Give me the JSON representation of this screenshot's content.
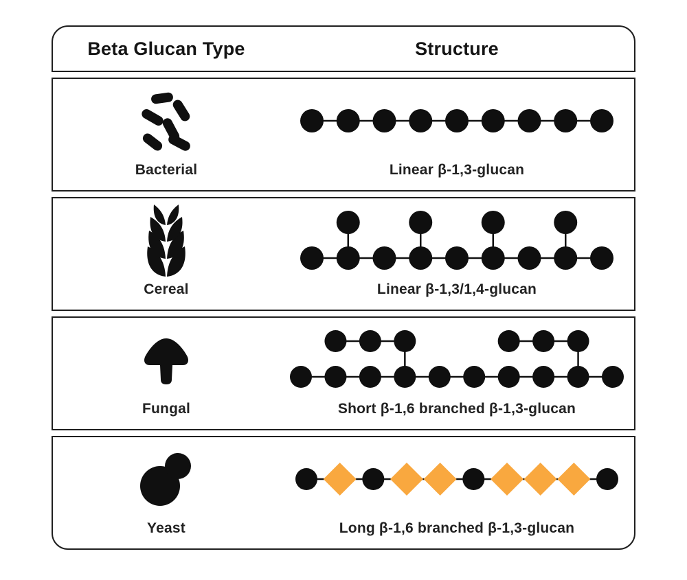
{
  "header": {
    "type_col": "Beta Glucan Type",
    "structure_col": "Structure"
  },
  "rows": [
    {
      "name": "Bacterial",
      "icon": "bacteria-icon",
      "label": "Linear β-1,3-glucan",
      "structure": {
        "units": [
          "circle",
          "circle",
          "circle",
          "circle",
          "circle",
          "circle",
          "circle",
          "circle",
          "circle"
        ],
        "branches": []
      }
    },
    {
      "name": "Cereal",
      "icon": "wheat-icon",
      "label": "Linear β-1,3/1,4-glucan",
      "structure": {
        "units": [
          "circle",
          "circle",
          "circle",
          "circle",
          "circle",
          "circle",
          "circle",
          "circle",
          "circle"
        ],
        "branches": [
          {
            "positions": [
              1
            ],
            "connect": 1
          },
          {
            "positions": [
              3
            ],
            "connect": 3
          },
          {
            "positions": [
              5
            ],
            "connect": 5
          },
          {
            "positions": [
              7
            ],
            "connect": 7
          }
        ]
      }
    },
    {
      "name": "Fungal",
      "icon": "mushroom-icon",
      "label": "Short β-1,6 branched β-1,3-glucan",
      "structure": {
        "units": [
          "circle",
          "circle",
          "circle",
          "circle",
          "circle",
          "circle",
          "circle",
          "circle",
          "circle",
          "circle"
        ],
        "branches": [
          {
            "positions": [
              1,
              2,
              3
            ],
            "connect": 3
          },
          {
            "positions": [
              6,
              7,
              8
            ],
            "connect": 8
          }
        ]
      }
    },
    {
      "name": "Yeast",
      "icon": "yeast-icon",
      "label": "Long β-1,6 branched β-1,3-glucan",
      "structure": {
        "units": [
          "circle",
          "diamond",
          "circle",
          "diamond",
          "diamond",
          "circle",
          "diamond",
          "diamond",
          "diamond",
          "circle"
        ],
        "branches": []
      }
    }
  ],
  "colors": {
    "node": "#0f0f0f",
    "diamond": "#F9A83F",
    "line": "#111111",
    "border": "#1f1f1f",
    "text": "#222222",
    "background": "#ffffff"
  }
}
